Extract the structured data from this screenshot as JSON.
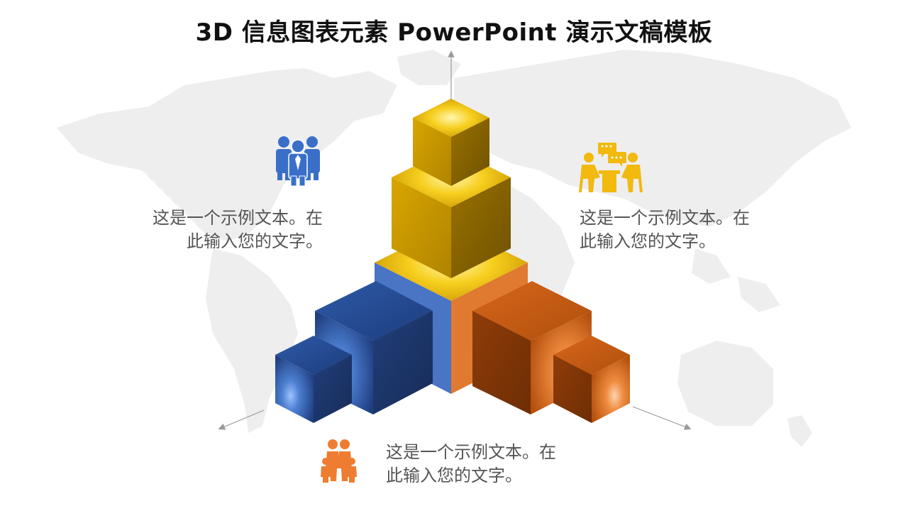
{
  "slide": {
    "title": "3D 信息图表元素 PowerPoint 演示文稿模板"
  },
  "captions": {
    "left": {
      "line1": "这是一个示例文本。在",
      "line2": "此输入您的文字。",
      "icon": "business-team-icon",
      "color": "#3a6fc9"
    },
    "right": {
      "line1": "这是一个示例文本。在",
      "line2": "此输入您的文字。",
      "icon": "meeting-chat-icon",
      "color": "#f2b90f"
    },
    "bottom": {
      "line1": "这是一个示例文本。在",
      "line2": "此输入您的文字。",
      "icon": "family-icon",
      "color": "#ee7d31"
    }
  },
  "colors": {
    "gold": "#d9a400",
    "blue": "#2f5da8",
    "orange": "#d9661a",
    "map": "#eeeeee",
    "axis": "#9a9a9a"
  }
}
